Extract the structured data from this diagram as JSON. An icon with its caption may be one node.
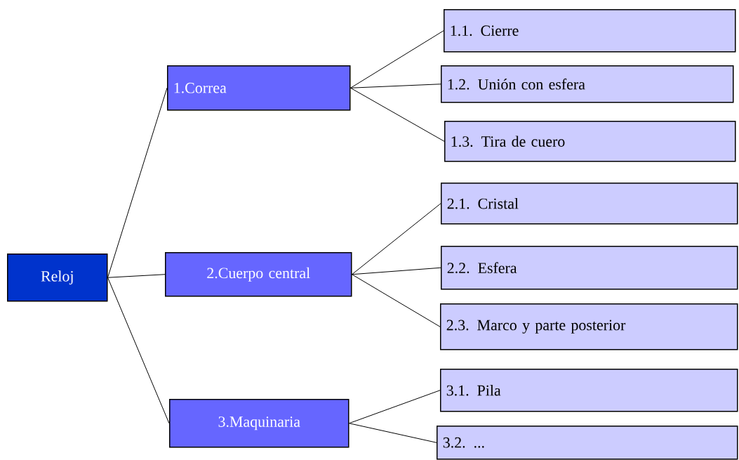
{
  "diagram": {
    "nodes": [
      {
        "text": [
          "Reloj"
        ]
      },
      {
        "text": [
          "1.Correa"
        ]
      },
      {
        "text": [
          "2.Cuerpo central"
        ]
      },
      {
        "text": [
          "3.Maquinaria"
        ]
      },
      {
        "text": [
          "1.1. Cierre"
        ]
      },
      {
        "text": [
          "1.2. Unión con esfera"
        ]
      },
      {
        "text": [
          "1.3. Tira de cuero"
        ]
      },
      {
        "text": [
          "2.1. Cristal"
        ]
      },
      {
        "text": [
          "2.2. Esfera"
        ]
      },
      {
        "text": [
          "2.3. Marco y parte posterior"
        ]
      },
      {
        "text": [
          "3.1. Pila"
        ]
      },
      {
        "text": [
          "3.2. ..."
        ]
      }
    ],
    "edges": [
      {
        "from": 0,
        "to": 1,
        "arrow": "none"
      },
      {
        "from": 0,
        "to": 2,
        "arrow": "none"
      },
      {
        "from": 0,
        "to": 3,
        "arrow": "none"
      },
      {
        "from": 1,
        "to": 4,
        "arrow": "none"
      },
      {
        "from": 1,
        "to": 5,
        "arrow": "none"
      },
      {
        "from": 1,
        "to": 6,
        "arrow": "none"
      },
      {
        "from": 2,
        "to": 7,
        "arrow": "none"
      },
      {
        "from": 2,
        "to": 8,
        "arrow": "none"
      },
      {
        "from": 2,
        "to": 9,
        "arrow": "none"
      },
      {
        "from": 3,
        "to": 10,
        "arrow": "none"
      },
      {
        "from": 3,
        "to": 11,
        "arrow": "none"
      }
    ]
  }
}
